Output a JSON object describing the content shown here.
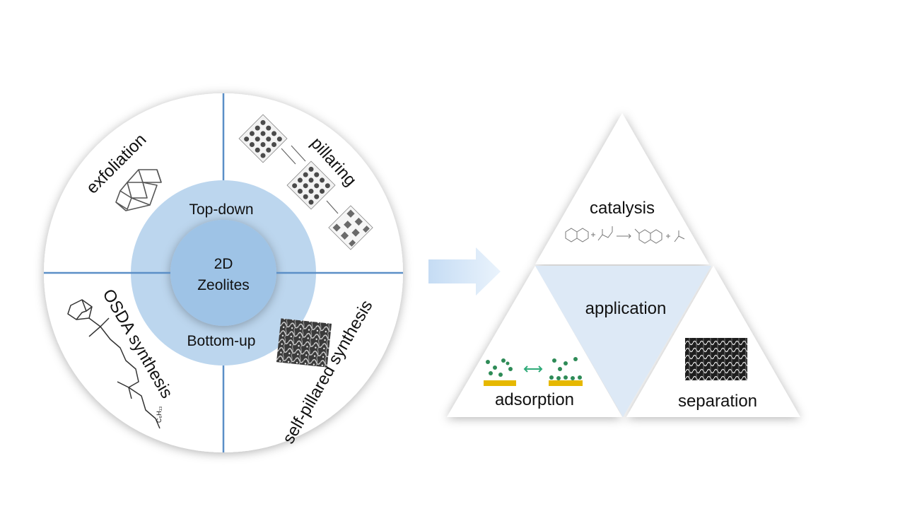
{
  "wheel": {
    "center_line1": "2D",
    "center_line2": "Zeolites",
    "inner_top": "Top-down",
    "inner_bottom": "Bottom-up",
    "quadrants": {
      "top_left": "exfoliation",
      "top_right": "pillaring",
      "bottom_left": "OSDA synthesis",
      "bottom_right": "self-pillared synthesis"
    },
    "osda_chain_label": "C₆H₁₃",
    "colors": {
      "ring": "#bcd6ee",
      "core": "#9ec3e6",
      "divider": "#5b8fc7"
    }
  },
  "arrow": {
    "icon": "right-arrow-icon",
    "color": "#c5dcf4"
  },
  "pyramid": {
    "top": "catalysis",
    "center": "application",
    "bottom_left": "adsorption",
    "bottom_right": "separation",
    "colors": {
      "center_fill": "#dde9f6"
    }
  }
}
